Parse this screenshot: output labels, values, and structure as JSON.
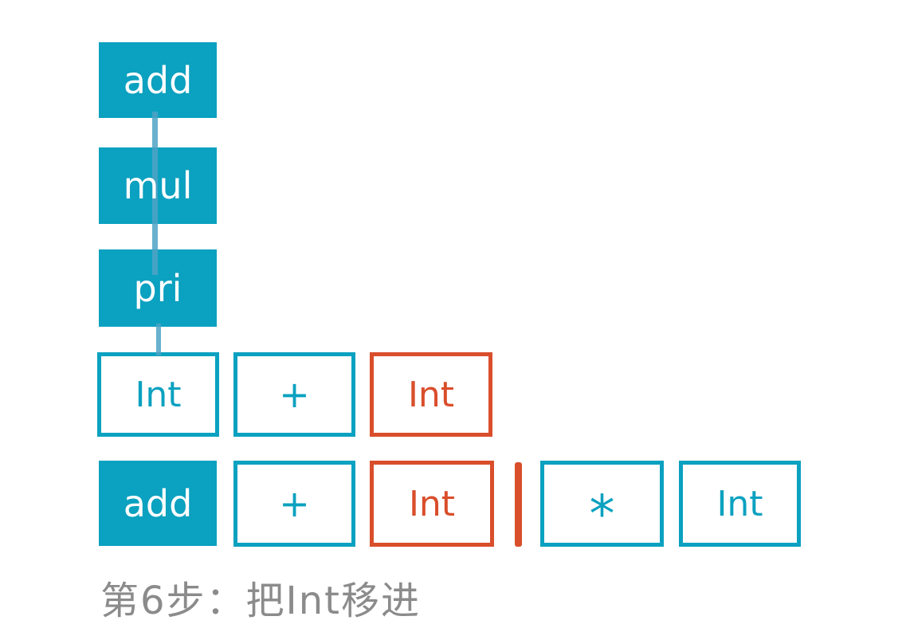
{
  "colors": {
    "teal": "#0ba1c0",
    "orange": "#d94e2b",
    "connector": "#4fa3c4",
    "caption_gray": "#8b8b8b",
    "background": "#ffffff"
  },
  "stack_column": {
    "nodes": [
      {
        "id": "add",
        "label": "add",
        "style": "teal-filled"
      },
      {
        "id": "mul",
        "label": "mul",
        "style": "teal-filled"
      },
      {
        "id": "pri",
        "label": "pri",
        "style": "teal-filled"
      }
    ]
  },
  "token_row_top": {
    "cells": [
      {
        "label": "Int",
        "style": "teal-outline"
      },
      {
        "label": "+",
        "style": "teal-outline"
      },
      {
        "label": "Int",
        "style": "orange-outline"
      }
    ]
  },
  "token_row_bottom": {
    "left_cells": [
      {
        "label": "add",
        "style": "teal-filled"
      },
      {
        "label": "+",
        "style": "teal-outline"
      },
      {
        "label": "Int",
        "style": "orange-outline"
      }
    ],
    "separator": "orange-cursor-bar",
    "right_cells": [
      {
        "label": "*",
        "style": "teal-outline"
      },
      {
        "label": "Int",
        "style": "teal-outline"
      }
    ]
  },
  "caption": {
    "text": "第6步：把Int移进"
  }
}
